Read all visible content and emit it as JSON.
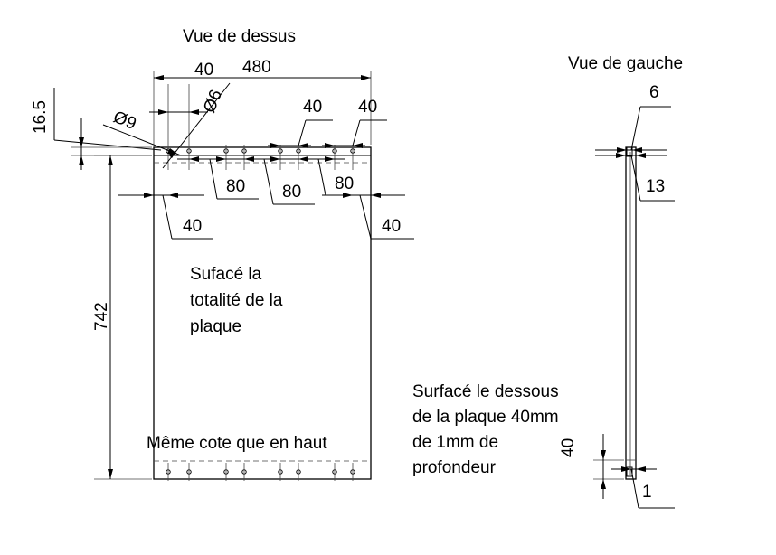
{
  "views": {
    "top_title": "Vue de dessus",
    "left_title": "Vue de gauche"
  },
  "dimensions": {
    "top_40": "40",
    "overall_width": "480",
    "edge_offset": "16.5",
    "diam_9": "Ø9",
    "diam_6": "Ø6",
    "spacing_40_a": "40",
    "spacing_40_b": "40",
    "pitch_80_a": "80",
    "pitch_80_b": "80",
    "pitch_80_c": "80",
    "margin_left": "40",
    "margin_right": "40",
    "height": "742",
    "side_thickness": "6",
    "side_13": "13",
    "side_40": "40",
    "side_1": "1"
  },
  "notes": {
    "surface_line1": "Sufacé la",
    "surface_line2": "totalité de la",
    "surface_line3": "plaque",
    "same_dims": "Même cote que en haut",
    "bottom_line1": "Surfacé le dessous",
    "bottom_line2": "de la plaque 40mm",
    "bottom_line3": "de 1mm de",
    "bottom_line4": "profondeur"
  }
}
